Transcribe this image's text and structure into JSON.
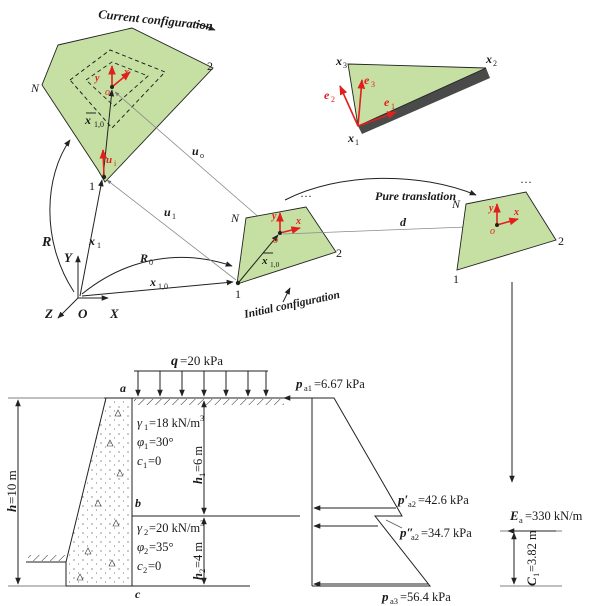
{
  "top": {
    "current_config": "Current configuration",
    "initial_config": "Initial configuration",
    "pure_translation": "Pure translation",
    "node_N": "N",
    "node_1": "1",
    "node_2": "2",
    "dots": "···",
    "R": "R",
    "R0": "R",
    "R0_sub": "0",
    "u1": "u",
    "u1_sub": "1",
    "uo": "u",
    "uo_sub": "o",
    "ui": "u",
    "ui_sub": "i",
    "x1": "x",
    "x1_sub": "1",
    "x10": "x",
    "x10_sub": "1,0",
    "xbar10": "x",
    "xbar10_sub": "1,0",
    "d": "d",
    "axis_X": "X",
    "axis_Y": "Y",
    "axis_Z": "Z",
    "origin_O": "O",
    "local_o": "o",
    "local_x": "x",
    "local_y": "y"
  },
  "inset": {
    "x1": "x",
    "x1_sub": "1",
    "x2": "x",
    "x2_sub": "2",
    "x3": "x",
    "x3_sub": "3",
    "e1": "e",
    "e1_sub": "1",
    "e2": "e",
    "e2_sub": "2",
    "e3": "e",
    "e3_sub": "3"
  },
  "wall": {
    "q": "q",
    "q_val": "=20 kPa",
    "h_total": "h",
    "h_total_val": "=10 m",
    "h1": "h",
    "h1_sub": "1",
    "h1_val": "=6 m",
    "h2": "h",
    "h2_sub": "2",
    "h2_val": "=4 m",
    "a": "a",
    "b": "b",
    "c": "c",
    "gamma1": "γ",
    "gamma1_sub": "1",
    "gamma1_val": "=18 kN/m",
    "gamma1_sup": "3",
    "phi1": "φ",
    "phi1_sub": "1",
    "phi1_val": "=30°",
    "c1": "c",
    "c1_sub": "1",
    "c1_val": "=0",
    "gamma2": "γ",
    "gamma2_sub": "2",
    "gamma2_val": "=20 kN/m",
    "gamma2_sup": "3",
    "phi2": "φ",
    "phi2_sub": "2",
    "phi2_val": "=35°",
    "c2": "c",
    "c2_sub": "2",
    "c2_val": "=0",
    "pa1": "p",
    "pa1_sub": "a1",
    "pa1_val": "=6.67 kPa",
    "pa2p": "p′",
    "pa2p_sub": "a2",
    "pa2p_val": "=42.6 kPa",
    "pa2pp": "p″",
    "pa2pp_sub": "a2",
    "pa2pp_val": "=34.7 kPa",
    "pa3": "p",
    "pa3_sub": "a3",
    "pa3_val": "=56.4 kPa",
    "Ea": "E",
    "Ea_sub": "a",
    "Ea_val": "=330 kN/m",
    "C": "C",
    "C_sub": "1",
    "C_val": "=3.82 m"
  }
}
